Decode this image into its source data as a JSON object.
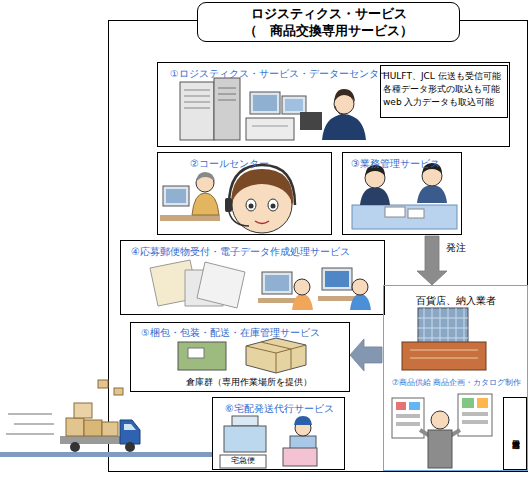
{
  "diagram": {
    "title": "ロジスティクス・サービス （　商品交換専用サービス）",
    "nodes": [
      {
        "text": [
          "①ロジスティクス・サービス・データーセンター"
        ]
      },
      {
        "text": [
          "HULFT、JCL 伝送も受信可能 各種データ形式の取込も可能 web 入力データも取込可能"
        ],
        "in": 0
      },
      {
        "text": [
          "②コールセンター"
        ]
      },
      {
        "text": [
          "③業務管理サービス"
        ]
      },
      {
        "text": [
          "④応募郵便物受付・電子データ作成処理サービス"
        ]
      },
      {
        "text": [
          "百貨店、納入業者",
          "⑦商品供給 商品企画・カタログ制作"
        ]
      },
      {
        "text": [
          "専用営業担当窓口"
        ],
        "in": 5
      },
      {
        "text": [
          "⑤梱包・包装・配送・在庫管理サービス",
          "倉庫群（専用作業場所を提供）"
        ]
      },
      {
        "text": [
          "⑥宅配発送代行サービス"
        ]
      }
    ],
    "edges": [
      {
        "from": 3,
        "to": 5,
        "arrow": "to",
        "label": "発注"
      },
      {
        "from": 5,
        "to": 7,
        "arrow": "to"
      }
    ],
    "labels": [
      "宅急便"
    ]
  }
}
